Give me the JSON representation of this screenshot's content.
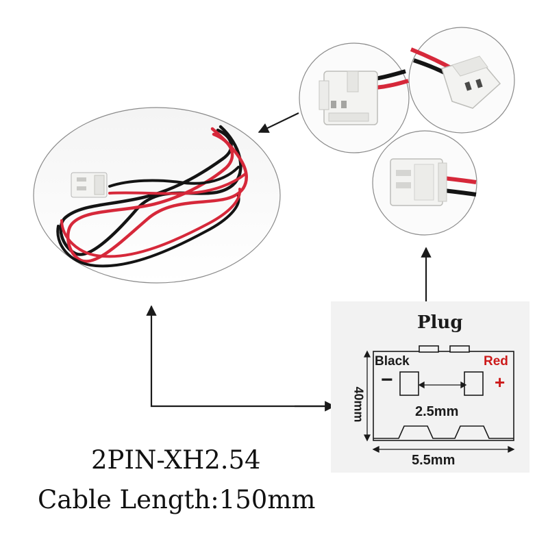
{
  "diagram": {
    "plug_title": "Plug",
    "black_label": "Black",
    "red_label": "Red",
    "minus_sign": "−",
    "plus_sign": "+",
    "pitch_label": "2.5mm",
    "width_label": "5.5mm",
    "height_label": "40mm"
  },
  "caption": {
    "model": "2PIN-XH2.54",
    "cable_length": "Cable Length:150mm"
  },
  "colors": {
    "red_wire": "#d6283a",
    "black_wire": "#141414",
    "connector": "#f3f3f1",
    "outline": "#8a8a8a",
    "red_text": "#cc1a1a"
  }
}
